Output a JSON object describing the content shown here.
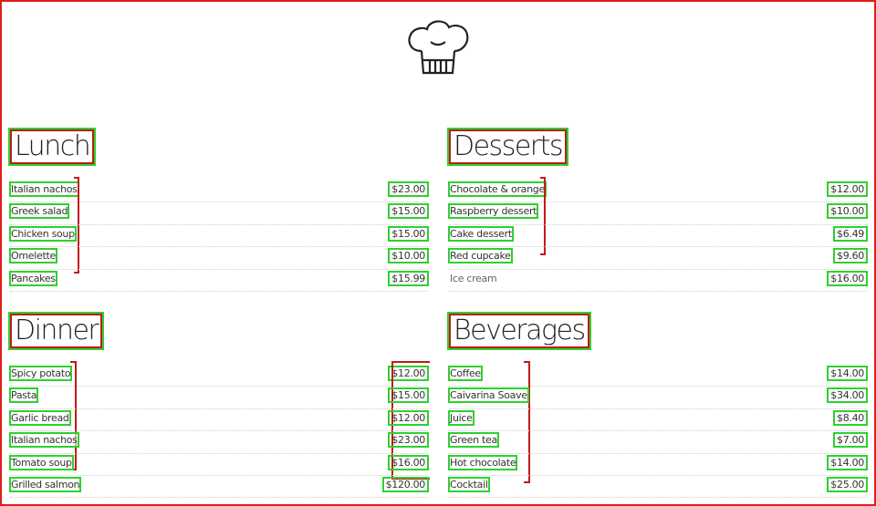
{
  "logo": {
    "icon": "chef-hat-icon"
  },
  "menu": {
    "lunch": {
      "title": "Lunch",
      "items": [
        {
          "name": "Italian nachos",
          "price": "$23.00"
        },
        {
          "name": "Greek salad",
          "price": "$15.00"
        },
        {
          "name": "Chicken soup",
          "price": "$15.00"
        },
        {
          "name": "Omelette",
          "price": "$10.00"
        },
        {
          "name": "Pancakes",
          "price": "$15.99"
        }
      ]
    },
    "desserts": {
      "title": "Desserts",
      "items": [
        {
          "name": "Chocolate & orange",
          "price": "$12.00"
        },
        {
          "name": "Raspberry dessert",
          "price": "$10.00"
        },
        {
          "name": "Cake dessert",
          "price": "$6.49"
        },
        {
          "name": "Red cupcake",
          "price": "$9.60"
        },
        {
          "name": "Ice cream",
          "price": "$16.00"
        }
      ]
    },
    "dinner": {
      "title": "Dinner",
      "items": [
        {
          "name": "Spicy potato",
          "price": "$12.00"
        },
        {
          "name": "Pasta",
          "price": "$15.00"
        },
        {
          "name": "Garlic bread",
          "price": "$12.00"
        },
        {
          "name": "Italian nachos",
          "price": "$23.00"
        },
        {
          "name": "Tomato soup",
          "price": "$16.00"
        },
        {
          "name": "Grilled salmon",
          "price": "$120.00"
        }
      ]
    },
    "beverages": {
      "title": "Beverages",
      "items": [
        {
          "name": "Coffee",
          "price": "$14.00"
        },
        {
          "name": "Caivarina Soave",
          "price": "$34.00"
        },
        {
          "name": "Juice",
          "price": "$8.40"
        },
        {
          "name": "Green tea",
          "price": "$7.00"
        },
        {
          "name": "Hot chocolate",
          "price": "$14.00"
        },
        {
          "name": "Cocktail",
          "price": "$25.00"
        }
      ]
    }
  }
}
